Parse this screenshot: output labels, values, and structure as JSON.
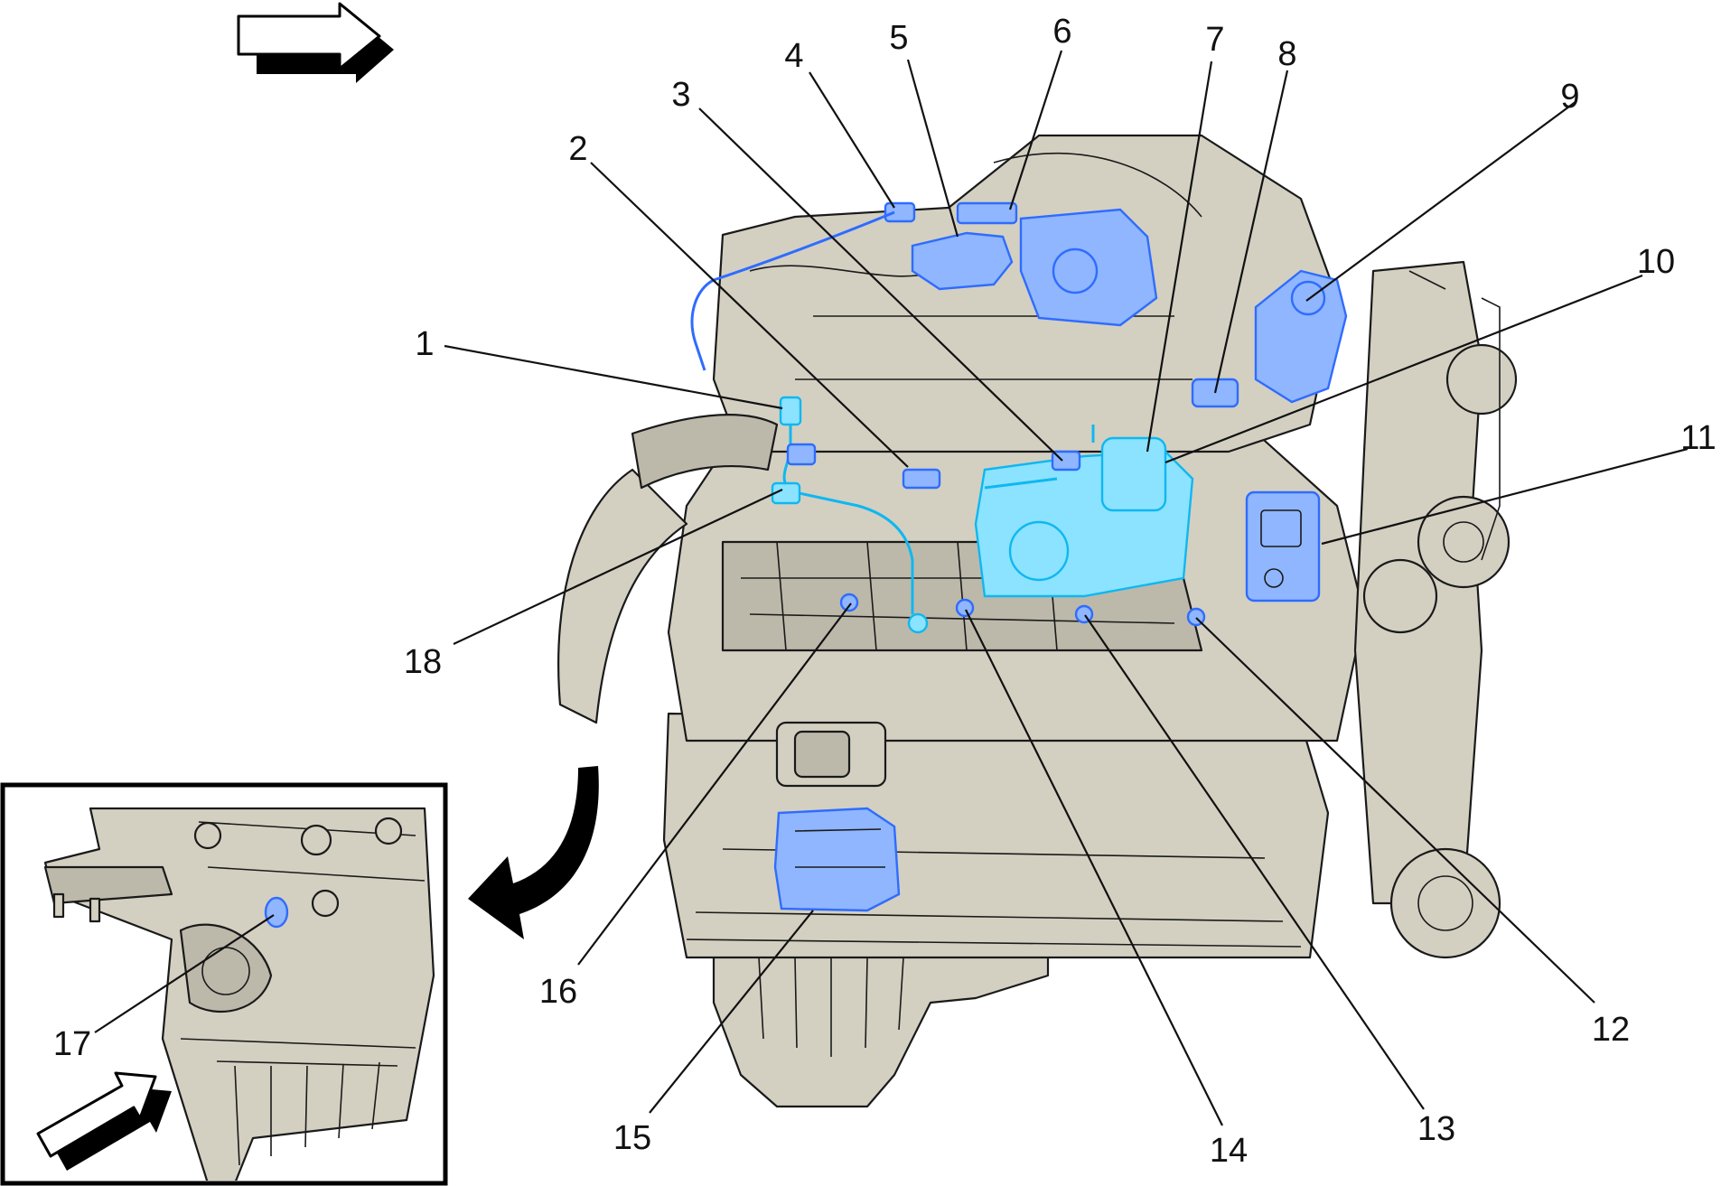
{
  "diagram": {
    "inset_label": "17",
    "callouts": [
      {
        "id": "1",
        "label": "1"
      },
      {
        "id": "2",
        "label": "2"
      },
      {
        "id": "3",
        "label": "3"
      },
      {
        "id": "4",
        "label": "4"
      },
      {
        "id": "5",
        "label": "5"
      },
      {
        "id": "6",
        "label": "6"
      },
      {
        "id": "7",
        "label": "7"
      },
      {
        "id": "8",
        "label": "8"
      },
      {
        "id": "9",
        "label": "9"
      },
      {
        "id": "10",
        "label": "10"
      },
      {
        "id": "11",
        "label": "11"
      },
      {
        "id": "12",
        "label": "12"
      },
      {
        "id": "13",
        "label": "13"
      },
      {
        "id": "14",
        "label": "14"
      },
      {
        "id": "15",
        "label": "15"
      },
      {
        "id": "16",
        "label": "16"
      },
      {
        "id": "18",
        "label": "18"
      }
    ],
    "colors": {
      "engine_fill": "#d3d0c2",
      "highlight_blue": "#2f6cff",
      "highlight_cyan": "#10b7f0",
      "line": "#111111"
    },
    "icons": [
      "direction-arrow-icon",
      "inset-direction-arrow-icon",
      "curved-pointer-arrow-icon"
    ]
  }
}
